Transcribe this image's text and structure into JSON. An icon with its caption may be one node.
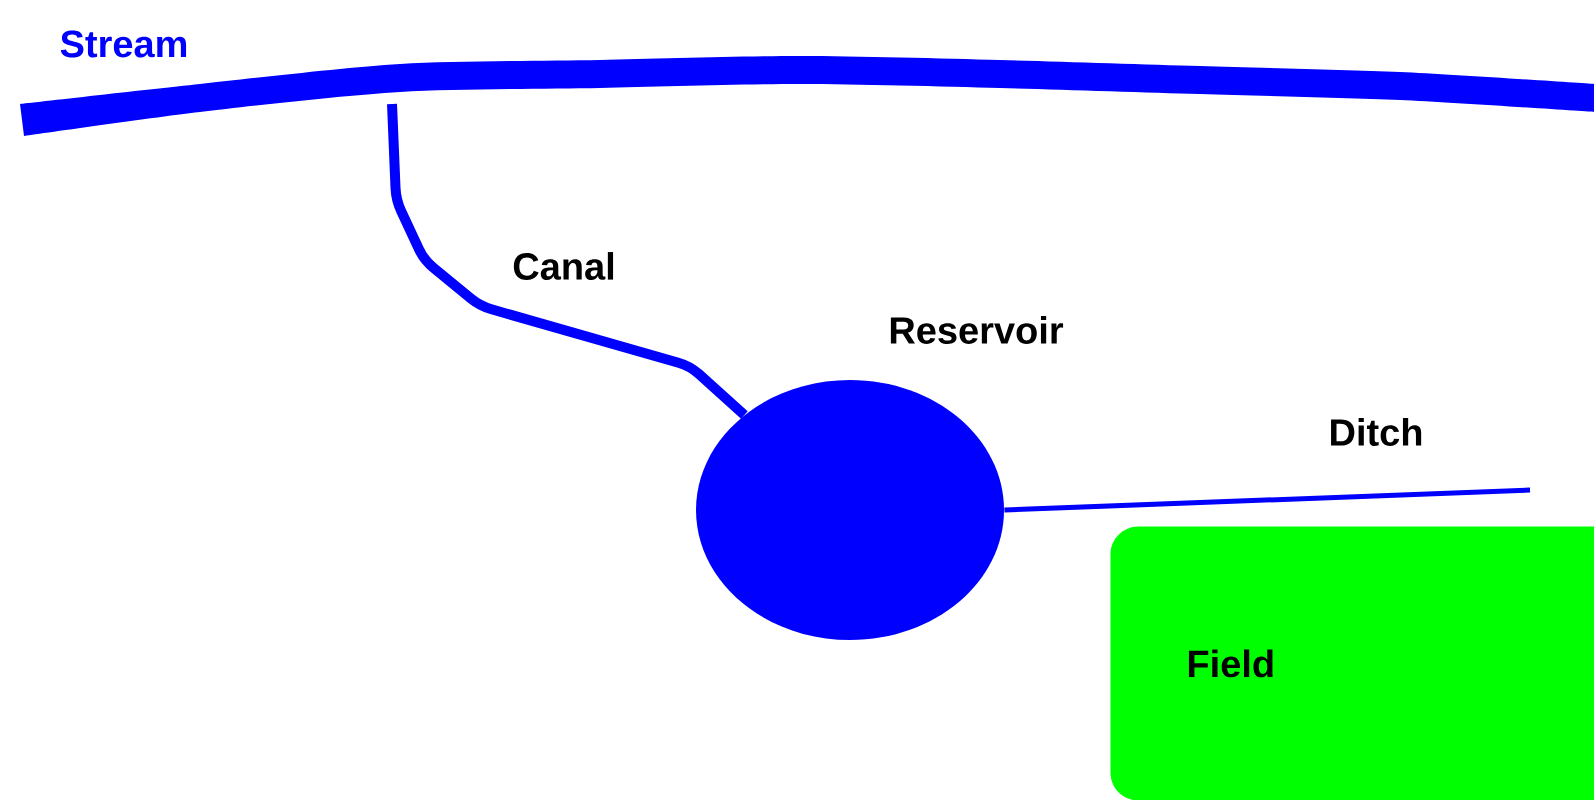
{
  "diagram": {
    "nodes": [
      {
        "text": [
          "Stream"
        ]
      },
      {
        "text": [
          "Reservoir"
        ]
      },
      {
        "text": [
          "Field"
        ]
      }
    ],
    "edges": [
      {
        "from": 0,
        "to": 1,
        "arrow": "none",
        "style": "thick",
        "label": "Canal"
      },
      {
        "from": 1,
        "to": null,
        "arrow": "none",
        "label": "Ditch"
      }
    ]
  }
}
